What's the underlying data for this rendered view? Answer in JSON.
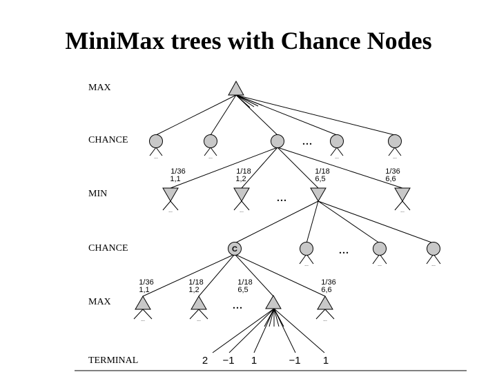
{
  "title": "MiniMax trees with Chance Nodes",
  "levels": {
    "max_top": "MAX",
    "chance_top": "CHANCE",
    "min": "MIN",
    "chance_bottom": "CHANCE",
    "max_bottom": "MAX",
    "terminal": "TERMINAL"
  },
  "top_probabilities": [
    {
      "p": "1/36",
      "roll": "1,1"
    },
    {
      "p": "1/18",
      "roll": "1,2"
    },
    {
      "p": "1/18",
      "roll": "6,5"
    },
    {
      "p": "1/36",
      "roll": "6,6"
    }
  ],
  "bottom_probabilities": [
    {
      "p": "1/36",
      "roll": "1,1"
    },
    {
      "p": "1/18",
      "roll": "1,2"
    },
    {
      "p": "1/18",
      "roll": "6,5"
    },
    {
      "p": "1/36",
      "roll": "6,6"
    }
  ],
  "chance_node_label": "C",
  "ellipsis": "...",
  "small_dots": "...",
  "terminal_values": [
    "2",
    "−1",
    "1",
    "−1",
    "1"
  ],
  "colors": {
    "node_fill": "#c8c8c8",
    "stroke": "#000000"
  }
}
